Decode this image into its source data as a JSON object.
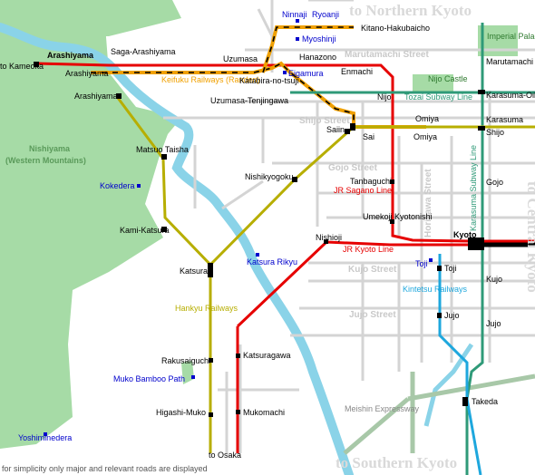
{
  "colors": {
    "jr": "#e60000",
    "hankyu": "#b7ae00",
    "randen": "#f0a000",
    "tozai": "#2f9a78",
    "karasuma": "#2f9a78",
    "kintetsu": "#1ea7dd",
    "keihan": "#000000",
    "river": "#8ad3e8",
    "park": "#a6dba6",
    "road": "#d4d4d4",
    "sight": "#0000cc"
  },
  "directions": {
    "north": "to Northern Kyoto",
    "south": "to Southern Kyoto",
    "central": "to Central Kyoto",
    "kameoka": "to Kameoka",
    "osaka": "to Osaka"
  },
  "mountains": {
    "name": "Nishiyama",
    "subtitle": "(Western Mountains)"
  },
  "roads": {
    "marutamachi": "Marutamachi Street",
    "shijo": "Shijo Street",
    "gojo": "Gojo Street",
    "kujo": "Kujo Street",
    "jujo": "Jujo Street",
    "horikawa": "Horikawa Street",
    "meishin": "Meishin Expressway"
  },
  "lines": {
    "randen": "Keifuku Railways (Randen)",
    "tozai": "Tozai Subway Line",
    "karasuma": "Karasuma Subway Line",
    "sagano": "JR Sagano Line",
    "jrkyoto": "JR Kyoto Line",
    "hankyu": "Hankyu Railways",
    "kintetsu": "Kintetsu Railways"
  },
  "sights": {
    "ninnaji": "Ninnaji",
    "ryoanji": "Ryoanji",
    "myoshinji": "Myoshinji",
    "eigamura": "Eigamura",
    "kokedera": "Kokedera",
    "katsura_rikyu": "Katsura Rikyu",
    "toji": "Toji",
    "muko": "Muko Bamboo Path",
    "yoshiminedera": "Yoshiminedera",
    "imperial": "Imperial Palace",
    "nijo_castle": "Nijo Castle"
  },
  "stations": {
    "arashiyama_main": "Arashiyama",
    "saga": "Saga-Arashiyama",
    "arashiyama_randen": "Arashiyama",
    "arashiyama_hankyu": "Arashiyama",
    "uzumasa": "Uzumasa",
    "katabira": "Katabira-no-tsuji",
    "uzumasa_tenjingawa": "Uzumasa-Tenjingawa",
    "hanazono": "Hanazono",
    "enmachi": "Enmachi",
    "kitano": "Kitano-Hakubaicho",
    "nijo": "Nijo",
    "marutamachi": "Marutamachi",
    "karasuma_oike": "Karasuma-Oike",
    "karasuma": "Karasuma",
    "shijo": "Shijo",
    "omiya_hankyu": "Omiya",
    "omiya_randen": "Omiya",
    "saiin_hankyu": "Saiin",
    "saiin_randen": "Sai",
    "matsuo": "Matsuo Taisha",
    "nishikyogoku": "Nishikyogoku",
    "tanbaguchi": "Tanbaguchi",
    "gojo": "Gojo",
    "umekoji": "Umekoji Kyotonishi",
    "kami_katsura": "Kami-Katsura",
    "nishioji": "Nishioji",
    "kyoto": "Kyoto",
    "katsura": "Katsura",
    "toji_station": "Toji",
    "kujo": "Kujo",
    "jujo": "Jujo",
    "jujo_subway": "Jujo",
    "rakusaiguchi": "Rakusaiguchi",
    "katsuragawa": "Katsuragawa",
    "mukomachi": "Mukomachi",
    "higashi_muko": "Higashi-Muko",
    "takeda": "Takeda"
  },
  "footnote": "for simplicity only major and relevant roads are displayed"
}
